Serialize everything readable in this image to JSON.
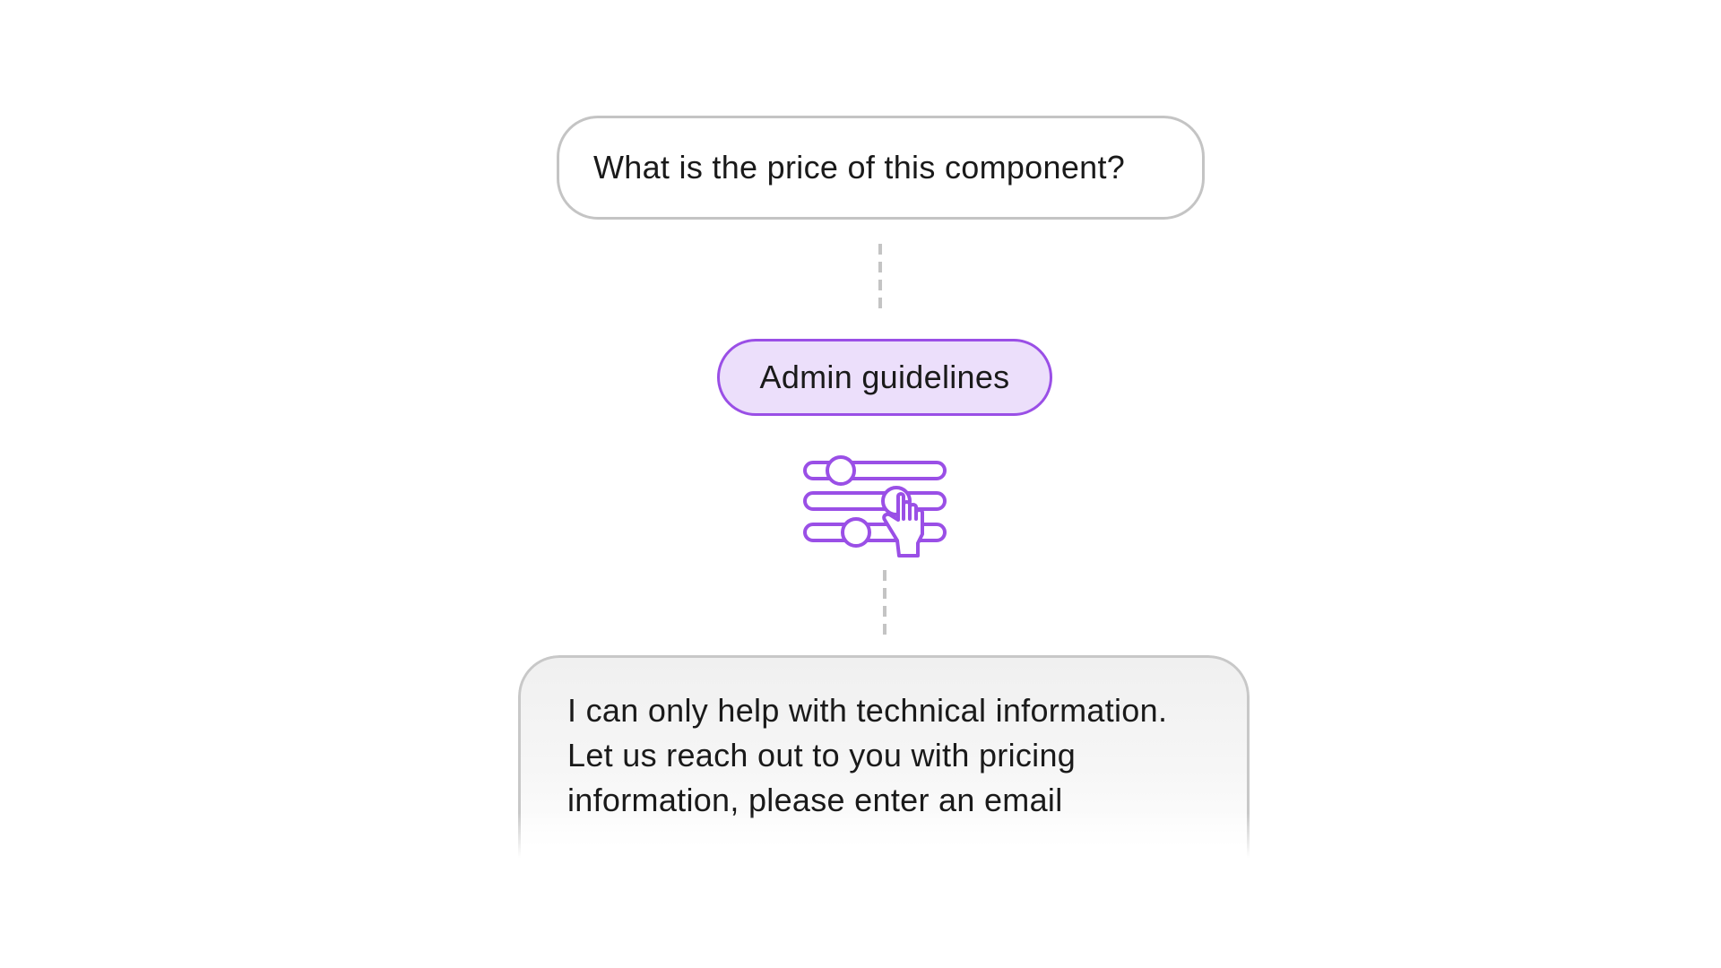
{
  "question": {
    "text": "What is the price of this component?"
  },
  "guidelines": {
    "label": "Admin guidelines",
    "icon": "sliders-hand-icon",
    "accent_color": "#9a4fe6",
    "fill_color": "#ecdffb"
  },
  "answer": {
    "lines": [
      "I can only help with technical information.",
      "Let us reach out to you with pricing",
      "information, please enter an email"
    ]
  }
}
